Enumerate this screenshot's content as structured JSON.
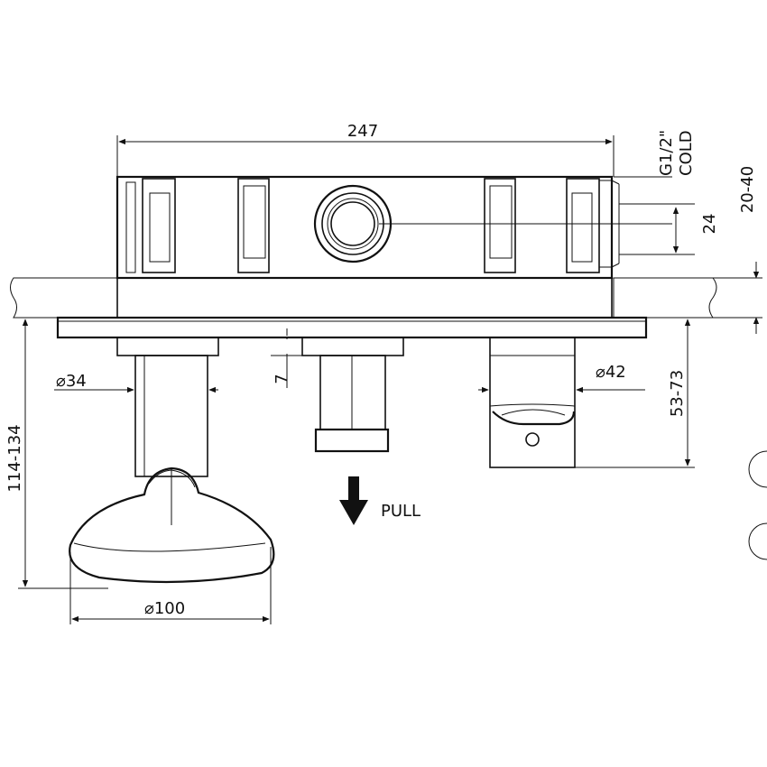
{
  "drawing": {
    "labels": {
      "overall_width": "247",
      "connection_thread": "G1/2\"",
      "connection_side": "COLD",
      "offset_24": "24",
      "wall_depth": "20-40",
      "stem_gap": "7",
      "handle_stem_diameter": "⌀34",
      "right_spout_diameter": "⌀42",
      "right_spout_length": "53-73",
      "left_total_length": "114-134",
      "handle_diameter": "⌀100",
      "pull_label": "PULL"
    },
    "icons": {
      "pull_arrow": "arrow-down-icon"
    }
  }
}
